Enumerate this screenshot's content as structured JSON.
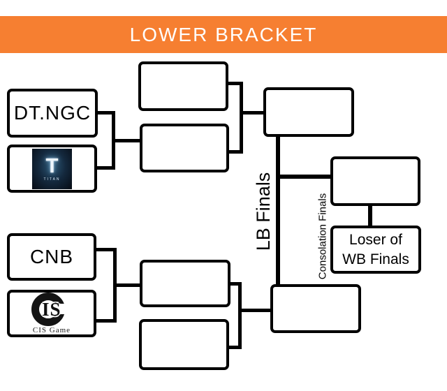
{
  "header": {
    "title": "LOWER BRACKET",
    "banner_color": "#F67F31",
    "text_color": "#FFFFFF"
  },
  "teams": {
    "dtngc": "DT.NGC",
    "cnb": "CNB",
    "titans": {
      "monogram": "T",
      "caption": "TITAN"
    },
    "cis": {
      "monogram": "IS",
      "caption": "CIS Game"
    }
  },
  "labels": {
    "lb_finals": "LB Finals",
    "consolation_finals": "Consolation Finals"
  },
  "consolation_box": {
    "line1": "Loser of",
    "line2": "WB Finals"
  },
  "colors": {
    "line": "#000000",
    "box_border": "#000000",
    "background": "#FFFFFF"
  }
}
